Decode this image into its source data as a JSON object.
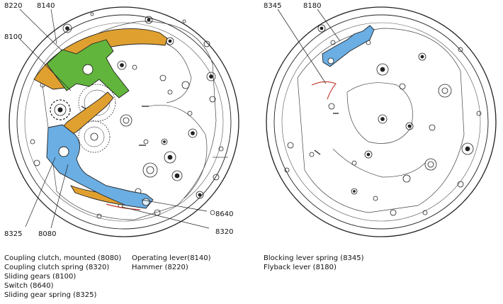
{
  "callouts_left": {
    "c8220": "8220",
    "c8140": "8140",
    "c8100": "8100",
    "c8325": "8325",
    "c8080": "8080",
    "c8640": "8640",
    "c8320": "8320"
  },
  "callouts_right": {
    "c8345": "8345",
    "c8180": "8180"
  },
  "legend_left_col1": [
    "Coupling clutch, mounted (8080)",
    "Coupling clutch spring (8320)",
    "Sliding gears (8100)",
    "Switch (8640)",
    "Sliding gear spring (8325)"
  ],
  "legend_left_col2": [
    "Operating lever(8140)",
    "Hammer (8220)"
  ],
  "legend_right": [
    "Blocking lever spring (8345)",
    "Flyback lever (8180)"
  ],
  "colors": {
    "orange": "#E0A030",
    "green": "#62B53C",
    "blue": "#6AAEE3",
    "light_blue": "#DDEEFA",
    "red": "#C0392B",
    "line": "#222222"
  }
}
